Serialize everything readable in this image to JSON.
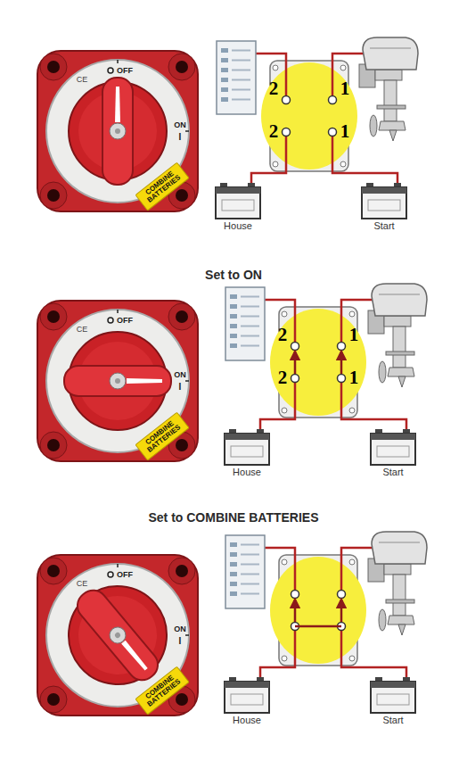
{
  "diagram": {
    "nodes": [
      {
        "text": [
          "House"
        ]
      },
      {
        "text": [
          "Start"
        ]
      },
      {
        "text": [
          "House"
        ]
      },
      {
        "text": [
          "Start"
        ]
      },
      {
        "text": [
          "House"
        ]
      },
      {
        "text": [
          "Start"
        ]
      }
    ],
    "labels": [
      "OFF",
      "ON",
      "I",
      "CE",
      "COMBINE BATTERIES",
      "2",
      "1",
      "2",
      "1",
      "Set to ON",
      "OFF",
      "ON",
      "I",
      "CE",
      "COMBINE BATTERIES",
      "2",
      "1",
      "2",
      "1",
      "Set to COMBINE BATTERIES",
      "OFF",
      "ON",
      "I",
      "CE",
      "COMBINE BATTERIES"
    ]
  }
}
